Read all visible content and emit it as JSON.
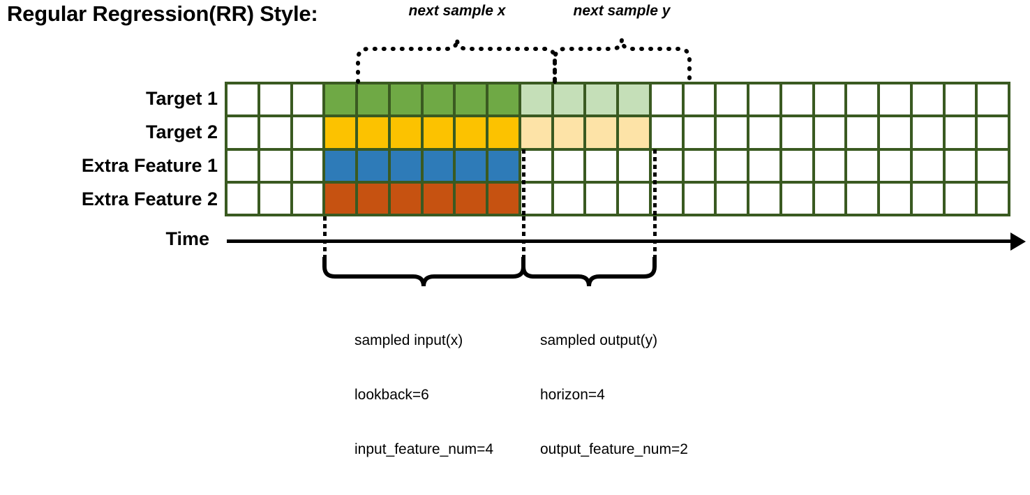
{
  "title": "Regular Regression(RR) Style:",
  "colors": {
    "grid_border": "#3A5A21",
    "target1_dark": "#6FA945",
    "target1_light": "#C5DFB8",
    "target2_dark": "#FCC200",
    "target2_light": "#FDE3A7",
    "extra1": "#2E7BB8",
    "extra2": "#C65211",
    "empty": "#FFFFFF",
    "axis": "#000000"
  },
  "rows": [
    {
      "label": "Target 1",
      "dark": "#6FA945",
      "light": "#C5DFB8",
      "has_light": true
    },
    {
      "label": "Target 2",
      "dark": "#FCC200",
      "light": "#FDE3A7",
      "has_light": true
    },
    {
      "label": "Extra Feature 1",
      "dark": "#2E7BB8",
      "light": null,
      "has_light": false
    },
    {
      "label": "Extra Feature 2",
      "dark": "#C65211",
      "light": null,
      "has_light": false
    }
  ],
  "grid": {
    "total_columns": 24,
    "leading_empty_columns": 3,
    "input_columns": 6,
    "output_columns": 4,
    "trailing_empty_columns": 11
  },
  "time_axis": {
    "label": "Time"
  },
  "annotations": {
    "next_sample_x": "next sample x",
    "next_sample_y": "next sample y"
  },
  "captions": {
    "input": {
      "line1": "sampled input(x)",
      "line2": "lookback=6",
      "line3": "input_feature_num=4"
    },
    "output": {
      "line1": "sampled output(y)",
      "line2": "horizon=4",
      "line3": "output_feature_num=2"
    }
  },
  "chart_data": {
    "type": "table",
    "title": "Regular Regression(RR) Style:",
    "categories": [
      "Target 1",
      "Target 2",
      "Extra Feature 1",
      "Extra Feature 2"
    ],
    "series": [
      {
        "name": "Target 1",
        "values": [
          "",
          "",
          "",
          "in",
          "in",
          "in",
          "in",
          "in",
          "in",
          "out",
          "out",
          "out",
          "out",
          "",
          "",
          "",
          "",
          "",
          "",
          "",
          "",
          "",
          "",
          ""
        ]
      },
      {
        "name": "Target 2",
        "values": [
          "",
          "",
          "",
          "in",
          "in",
          "in",
          "in",
          "in",
          "in",
          "out",
          "out",
          "out",
          "out",
          "",
          "",
          "",
          "",
          "",
          "",
          "",
          "",
          "",
          "",
          ""
        ]
      },
      {
        "name": "Extra Feature 1",
        "values": [
          "",
          "",
          "",
          "in",
          "in",
          "in",
          "in",
          "in",
          "in",
          "",
          "",
          "",
          "",
          "",
          "",
          "",
          "",
          "",
          "",
          "",
          "",
          "",
          "",
          ""
        ]
      },
      {
        "name": "Extra Feature 2",
        "values": [
          "",
          "",
          "",
          "in",
          "in",
          "in",
          "in",
          "in",
          "in",
          "",
          "",
          "",
          "",
          "",
          "",
          "",
          "",
          "",
          "",
          "",
          "",
          "",
          "",
          ""
        ]
      }
    ],
    "xlabel": "Time",
    "ylabel": "",
    "grid": true,
    "legend": "none"
  }
}
